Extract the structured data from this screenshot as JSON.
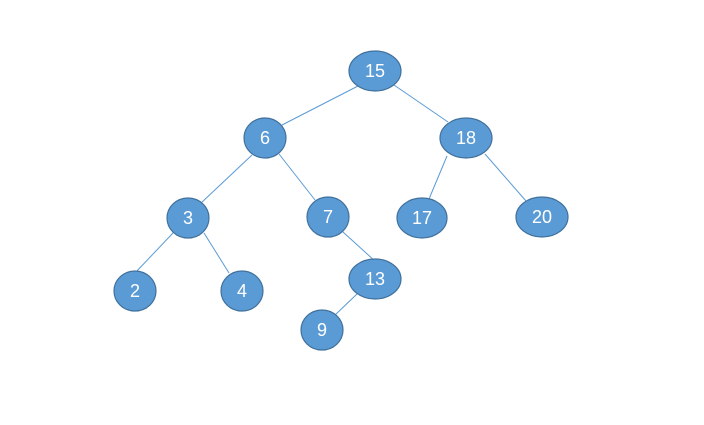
{
  "tree": {
    "nodes": [
      {
        "id": "n15",
        "label": "15"
      },
      {
        "id": "n6",
        "label": "6"
      },
      {
        "id": "n18",
        "label": "18"
      },
      {
        "id": "n3",
        "label": "3"
      },
      {
        "id": "n7",
        "label": "7"
      },
      {
        "id": "n17",
        "label": "17"
      },
      {
        "id": "n20",
        "label": "20"
      },
      {
        "id": "n2",
        "label": "2"
      },
      {
        "id": "n4",
        "label": "4"
      },
      {
        "id": "n13",
        "label": "13"
      },
      {
        "id": "n9",
        "label": "9"
      }
    ],
    "edges": [
      {
        "from": "15",
        "to": "6"
      },
      {
        "from": "15",
        "to": "18"
      },
      {
        "from": "6",
        "to": "3"
      },
      {
        "from": "6",
        "to": "7"
      },
      {
        "from": "18",
        "to": "17"
      },
      {
        "from": "18",
        "to": "20"
      },
      {
        "from": "3",
        "to": "2"
      },
      {
        "from": "3",
        "to": "4"
      },
      {
        "from": "7",
        "to": "13"
      },
      {
        "from": "13",
        "to": "9"
      }
    ],
    "colors": {
      "node_fill": "#5b9bd5",
      "node_stroke": "#41719c",
      "edge": "#5b9bd5",
      "label": "#ffffff"
    }
  }
}
